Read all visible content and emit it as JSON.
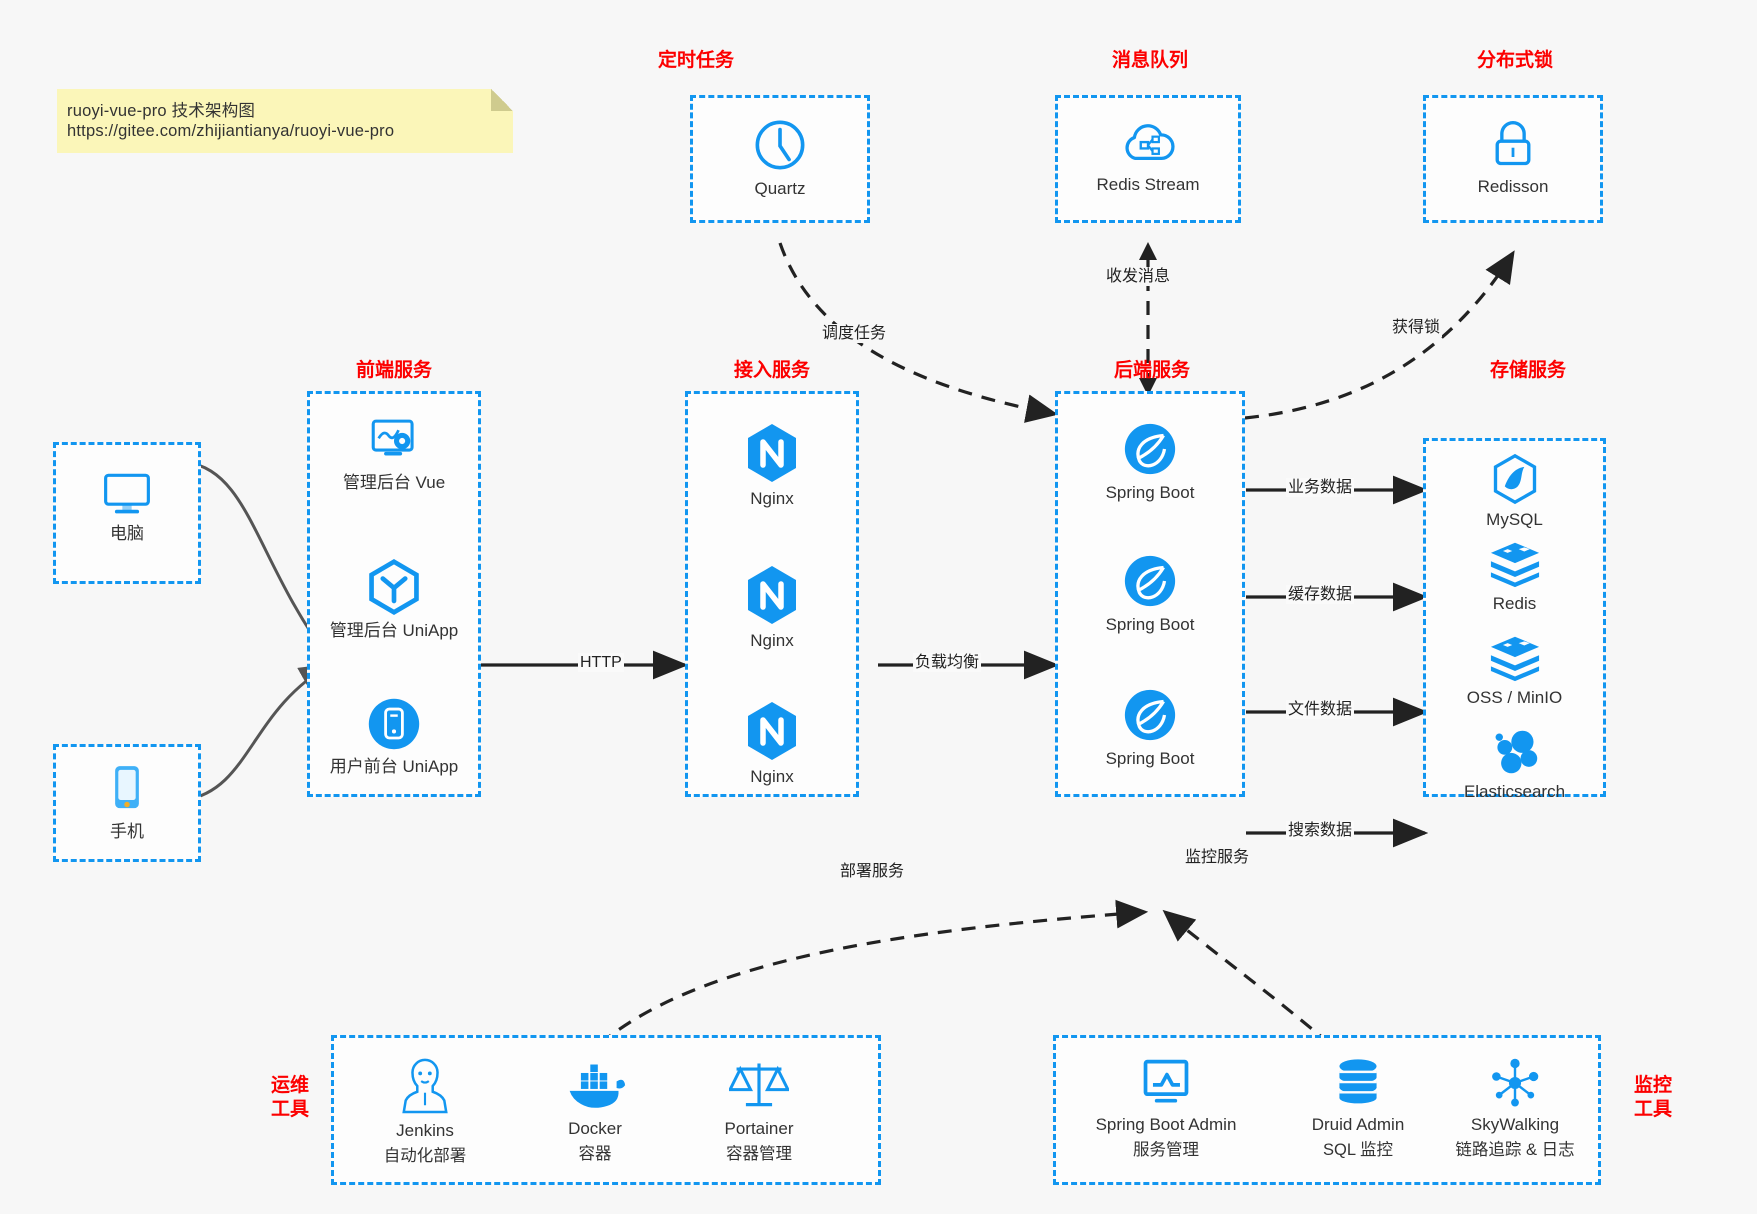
{
  "note": {
    "line1": "ruoyi-vue-pro 技术架构图",
    "line2": "https://gitee.com/zhijiantianya/ruoyi-vue-pro",
    "bg": "#fbf6b9"
  },
  "colors": {
    "accent": "#1296f0",
    "title_red": "#fc0000",
    "canvas": "#f7f7f7",
    "box_fill": "#fdfdfd",
    "arrow": "#222222",
    "soft_arrow": "#555555"
  },
  "groups": {
    "scheduled_task": {
      "title": "定时任务",
      "nodes": [
        {
          "label": "Quartz",
          "icon": "clock-icon"
        }
      ]
    },
    "message_queue": {
      "title": "消息队列",
      "nodes": [
        {
          "label": "Redis Stream",
          "icon": "cloud-stream-icon"
        }
      ]
    },
    "distributed_lock": {
      "title": "分布式锁",
      "nodes": [
        {
          "label": "Redisson",
          "icon": "lock-icon"
        }
      ]
    },
    "clients": {
      "nodes": [
        {
          "label": "电脑",
          "icon": "desktop-icon"
        },
        {
          "label": "手机",
          "icon": "phone-icon"
        }
      ]
    },
    "frontend": {
      "title": "前端服务",
      "nodes": [
        {
          "label": "管理后台 Vue",
          "icon": "dashboard-gear-icon"
        },
        {
          "label": "管理后台 UniApp",
          "icon": "uniapp-hex-icon"
        },
        {
          "label": "用户前台 UniApp",
          "icon": "mobile-app-icon"
        }
      ]
    },
    "gateway": {
      "title": "接入服务",
      "nodes": [
        {
          "label": "Nginx",
          "icon": "nginx-icon"
        },
        {
          "label": "Nginx",
          "icon": "nginx-icon"
        },
        {
          "label": "Nginx",
          "icon": "nginx-icon"
        }
      ]
    },
    "backend": {
      "title": "后端服务",
      "nodes": [
        {
          "label": "Spring Boot",
          "icon": "spring-boot-icon"
        },
        {
          "label": "Spring Boot",
          "icon": "spring-boot-icon"
        },
        {
          "label": "Spring Boot",
          "icon": "spring-boot-icon"
        }
      ]
    },
    "storage": {
      "title": "存储服务",
      "nodes": [
        {
          "label": "MySQL",
          "icon": "mysql-icon"
        },
        {
          "label": "Redis",
          "icon": "redis-icon"
        },
        {
          "label": "OSS / MinIO",
          "icon": "oss-minio-icon"
        },
        {
          "label": "Elasticsearch",
          "icon": "elasticsearch-icon"
        }
      ]
    },
    "devops": {
      "title_l1": "运维",
      "title_l2": "工具",
      "nodes": [
        {
          "label": "Jenkins",
          "sub": "自动化部署",
          "icon": "jenkins-icon"
        },
        {
          "label": "Docker",
          "sub": "容器",
          "icon": "docker-icon"
        },
        {
          "label": "Portainer",
          "sub": "容器管理",
          "icon": "scales-icon"
        }
      ]
    },
    "monitoring": {
      "title_l1": "监控",
      "title_l2": "工具",
      "nodes": [
        {
          "label": "Spring Boot Admin",
          "sub": "服务管理",
          "icon": "monitor-chart-icon"
        },
        {
          "label": "Druid Admin",
          "sub": "SQL 监控",
          "icon": "database-icon"
        },
        {
          "label": "SkyWalking",
          "sub": "链路追踪 & 日志",
          "icon": "skywalking-icon"
        }
      ]
    }
  },
  "edges": [
    {
      "id": "schedule-task",
      "label": "调度任务",
      "style": "dashed"
    },
    {
      "id": "send-recv-msg",
      "label": "收发消息",
      "style": "dashed-bidirectional"
    },
    {
      "id": "acquire-lock",
      "label": "获得锁",
      "style": "dashed"
    },
    {
      "id": "http",
      "label": "HTTP",
      "style": "solid"
    },
    {
      "id": "load-balance",
      "label": "负载均衡",
      "style": "solid"
    },
    {
      "id": "business-data",
      "label": "业务数据",
      "style": "solid"
    },
    {
      "id": "cache-data",
      "label": "缓存数据",
      "style": "solid"
    },
    {
      "id": "file-data",
      "label": "文件数据",
      "style": "solid"
    },
    {
      "id": "search-data",
      "label": "搜索数据",
      "style": "solid"
    },
    {
      "id": "deploy-service",
      "label": "部署服务",
      "style": "dashed"
    },
    {
      "id": "monitor-service",
      "label": "监控服务",
      "style": "dashed"
    }
  ]
}
